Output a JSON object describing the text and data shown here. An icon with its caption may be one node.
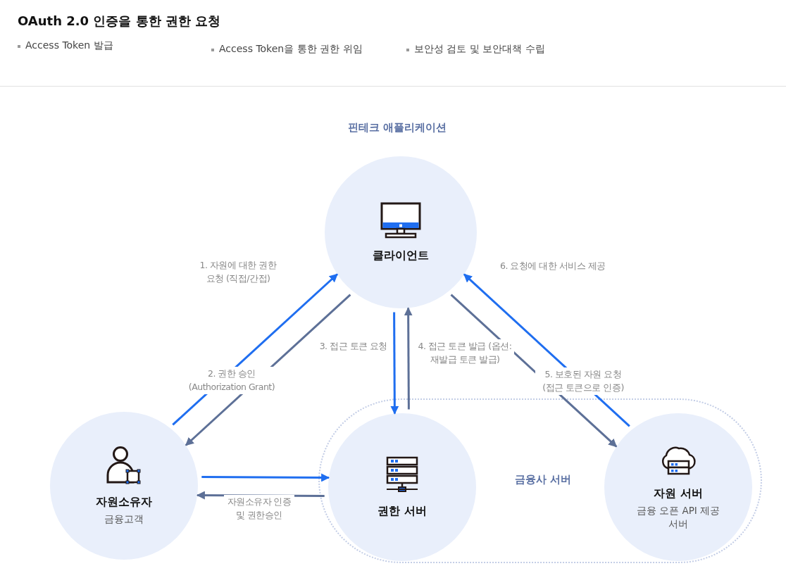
{
  "diagram": {
    "title": "OAuth 2.0 인증을 통한 권한 요청",
    "nodes": [
      {
        "text": [
          "클라이언트"
        ],
        "beside": [
          "핀테크 애플리케이션"
        ]
      },
      {
        "text": [
          "자원소유자",
          "금융고객"
        ]
      },
      {
        "text": [
          "금융사 서버"
        ]
      },
      {
        "text": [
          "권한 서버"
        ],
        "in": 2
      },
      {
        "text": [
          "자원 서버",
          "금융 오픈 API 제공 서버"
        ],
        "in": 2
      }
    ],
    "edges": [
      {
        "from": 1,
        "to": 0,
        "arrow": "to",
        "label": "1. 자원에 대한 권한 요청 (직접/간접)",
        "color": "#1f6ef0"
      },
      {
        "from": 0,
        "to": 1,
        "arrow": "to",
        "label": "2. 권한 승인 (Authorization Grant)",
        "color": "#5d7097"
      },
      {
        "from": 0,
        "to": 3,
        "arrow": "to",
        "label": "3. 접근 토큰 요청",
        "color": "#1f6ef0"
      },
      {
        "from": 3,
        "to": 0,
        "arrow": "to",
        "label": "4. 접근 토큰 발급 (옵션: 재발급 토큰 발급)",
        "color": "#5d7097"
      },
      {
        "from": 0,
        "to": 4,
        "arrow": "to",
        "label": "5. 보호된 자원 요청 (접근 토큰으로 인증)",
        "color": "#5d7097"
      },
      {
        "from": 4,
        "to": 0,
        "arrow": "to",
        "label": "6. 요청에 대한 서비스 제공",
        "color": "#1f6ef0"
      },
      {
        "from": 1,
        "to": 3,
        "arrow": "to",
        "color": "#1f6ef0"
      },
      {
        "from": 3,
        "to": 1,
        "arrow": "to",
        "label": "자원소유자 인증 및 권한승인",
        "color": "#5d7097"
      }
    ],
    "labels": [
      "Access Token 발급",
      "Access Token을 통한 권한 위임",
      "보안성 검토 및 보안대책 수립"
    ]
  }
}
